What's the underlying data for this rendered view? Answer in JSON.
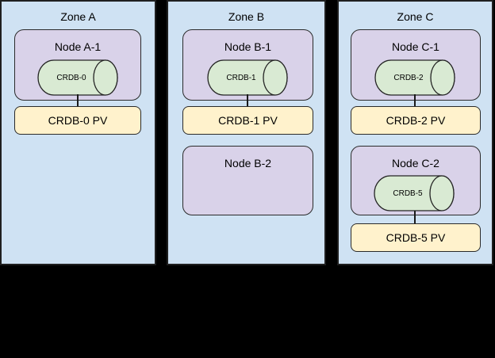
{
  "diagram": {
    "colors": {
      "background": "#000000",
      "zone_fill": "#cfe2f3",
      "node_fill": "#d9d2e9",
      "database_fill": "#d9ead3",
      "pv_fill": "#fff2cc",
      "border": "#1f1f1f"
    },
    "zones": [
      {
        "label": "Zone A",
        "nodes": [
          {
            "label": "Node A-1",
            "db": {
              "label": "CRDB-0"
            },
            "pv": {
              "label": "CRDB-0 PV"
            }
          }
        ]
      },
      {
        "label": "Zone B",
        "nodes": [
          {
            "label": "Node B-1",
            "db": {
              "label": "CRDB-1"
            },
            "pv": {
              "label": "CRDB-1 PV"
            }
          },
          {
            "label": "Node B-2"
          }
        ]
      },
      {
        "label": "Zone C",
        "nodes": [
          {
            "label": "Node C-1",
            "db": {
              "label": "CRDB-2"
            },
            "pv": {
              "label": "CRDB-2 PV"
            }
          },
          {
            "label": "Node C-2",
            "db": {
              "label": "CRDB-5"
            },
            "pv": {
              "label": "CRDB-5 PV"
            }
          }
        ]
      }
    ]
  }
}
